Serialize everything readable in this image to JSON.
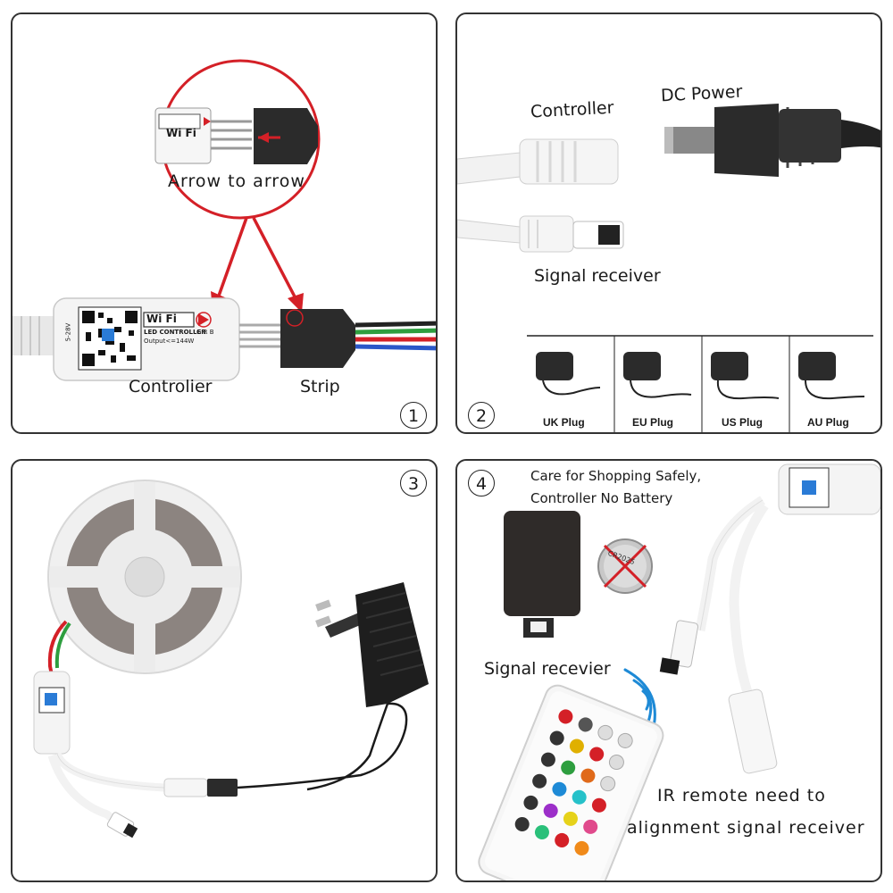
{
  "panel1": {
    "number": "1",
    "callout": "Arrow to arrow",
    "controller_label": "Controlier",
    "strip_label": "Strip",
    "wifi_text": "Wi Fi",
    "device_subtitle": "LED CONTROLLER",
    "device_output": "Output<=144W",
    "device_voltage": "5-28V",
    "pin_letters": "G R B"
  },
  "panel2": {
    "number": "2",
    "controller_label": "Controller",
    "dc_power_label": "DC Power",
    "signal_receiver_label": "Signal receiver",
    "plugs": [
      {
        "label": "UK Plug"
      },
      {
        "label": "EU Plug"
      },
      {
        "label": "US Plug"
      },
      {
        "label": "AU Plug"
      }
    ]
  },
  "panel3": {
    "number": "3"
  },
  "panel4": {
    "number": "4",
    "care_line1": "Care for Shopping Safely,",
    "care_line2": "Controller No Battery",
    "signal_receiver_label": "Signal recevier",
    "ir_line1": "IR remote need to",
    "ir_line2": "alignment signal receiver",
    "battery_text": "CR2025"
  },
  "colors": {
    "accent_red": "#d42027",
    "border": "#333333",
    "device_white": "#f2f2f2",
    "dark_plastic": "#2b2b2b",
    "signal_blue": "#1e8ad6"
  }
}
